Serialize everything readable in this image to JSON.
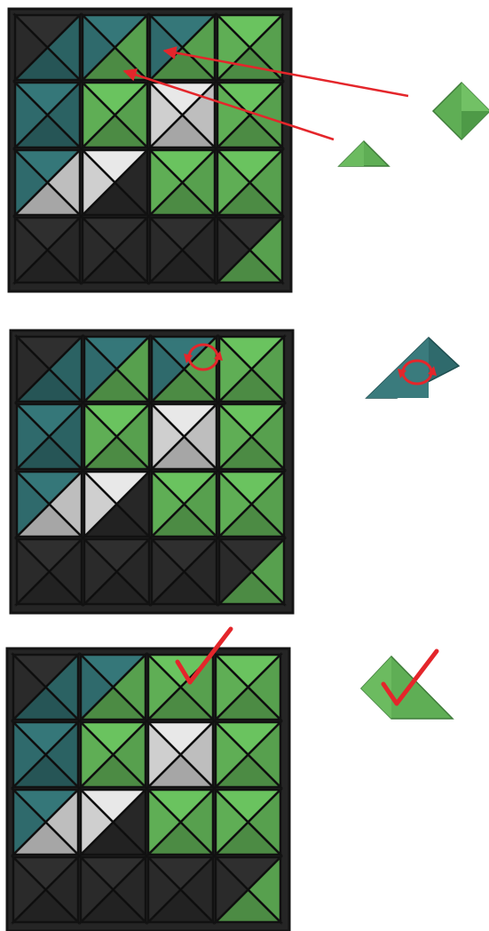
{
  "grid_size": 4,
  "palette": {
    "board": "#252525",
    "board_border": "#141414",
    "teal": "#2f6a6c",
    "green": "#5fae55",
    "grey": "#cfcfcf",
    "arrow": "#e4262b",
    "check": "#e4262b"
  },
  "boards": [
    {
      "id": "step-1",
      "cells": [
        [
          "mixed-tl",
          "teal-green",
          "teal-green",
          "green"
        ],
        [
          "teal",
          "green",
          "grey",
          "green"
        ],
        [
          "teal-grey",
          "grey-dark",
          "green",
          "green"
        ],
        [
          "dark",
          "dark",
          "dark",
          "green-corner"
        ]
      ]
    },
    {
      "id": "step-2",
      "cells": [
        [
          "mixed-tl",
          "teal-green",
          "teal-green",
          "green"
        ],
        [
          "teal",
          "green",
          "grey",
          "green"
        ],
        [
          "teal-grey",
          "grey-dark",
          "green",
          "green"
        ],
        [
          "dark",
          "dark",
          "dark",
          "green-corner"
        ]
      ]
    },
    {
      "id": "step-3",
      "cells": [
        [
          "mixed-tl",
          "teal-green",
          "green",
          "green"
        ],
        [
          "teal",
          "green",
          "grey",
          "green"
        ],
        [
          "teal-grey",
          "grey-dark",
          "green",
          "green"
        ],
        [
          "dark",
          "dark",
          "dark",
          "green-corner"
        ]
      ]
    }
  ],
  "loose_pieces": [
    {
      "name": "green-diamond-piece",
      "color": "green",
      "shape": "diamond"
    },
    {
      "name": "green-triangle-piece",
      "color": "green",
      "shape": "triangle"
    },
    {
      "name": "teal-rotate-piece",
      "color": "teal",
      "shape": "parallelogram"
    },
    {
      "name": "green-check-piece",
      "color": "green",
      "shape": "parallelogram"
    }
  ]
}
